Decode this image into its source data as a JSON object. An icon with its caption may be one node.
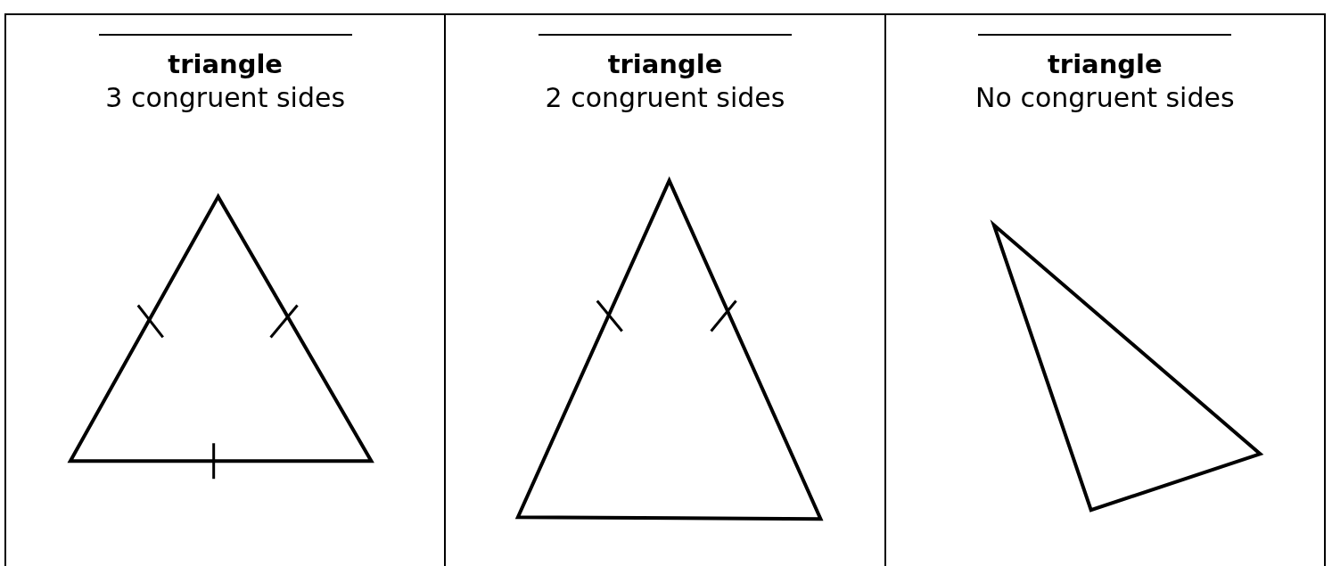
{
  "diagram": {
    "nodes": [
      {
        "text": [
          "triangle",
          "3 congruent sides"
        ]
      },
      {
        "text": [
          "triangle",
          "2 congruent sides"
        ]
      },
      {
        "text": [
          "triangle",
          "No congruent sides"
        ]
      }
    ]
  }
}
